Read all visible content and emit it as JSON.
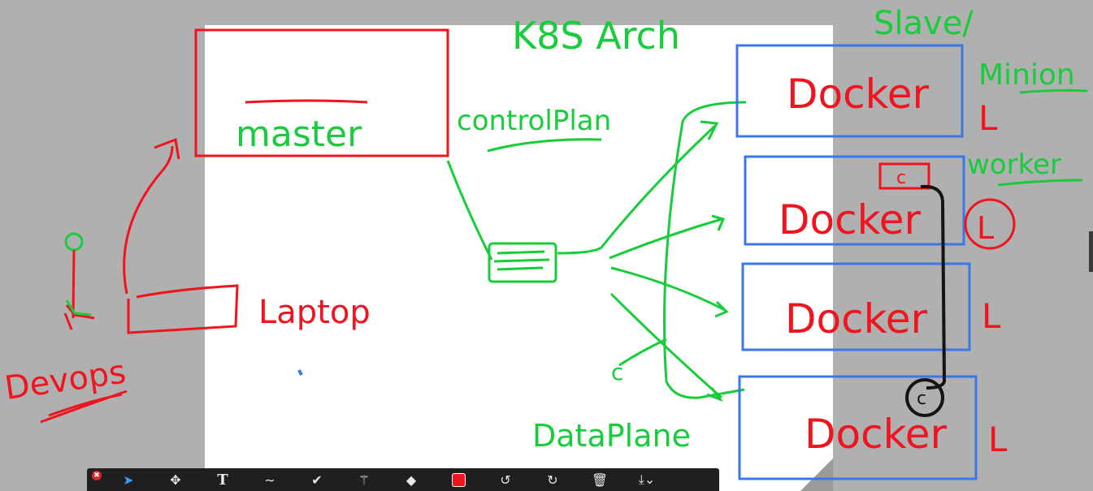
{
  "canvas": {
    "background": "#b0b0b0",
    "whiteboard": "#ffffff"
  },
  "ink": {
    "red": "#f0141e",
    "green": "#18cc3c",
    "blue": "#3a78e8",
    "black": "#141414"
  },
  "annotations": {
    "title": "K8S Arch",
    "master": "master",
    "control_plane": "controlPlan",
    "laptop": "Laptop",
    "devops": "Devops",
    "data_plane": "DataPlane",
    "slave": "Slave/",
    "minion": "Minion",
    "worker": "worker",
    "nodes": [
      "Docker",
      "Docker",
      "Docker",
      "Docker"
    ],
    "node_marks": [
      "L",
      "L",
      "L",
      "L"
    ],
    "container_mark_top": "c",
    "container_mark_bottom": "c",
    "stray_c": "c"
  },
  "toolbar": {
    "tools": [
      {
        "icon": "cursor-icon",
        "glyph": "➤"
      },
      {
        "icon": "move-icon",
        "glyph": "✥"
      },
      {
        "icon": "text-icon",
        "glyph": "T"
      },
      {
        "icon": "freehand-icon",
        "glyph": "∼"
      },
      {
        "icon": "checkmark-icon",
        "glyph": "✔"
      },
      {
        "icon": "magic-wand-icon",
        "glyph": "⚚"
      },
      {
        "icon": "eraser-icon",
        "glyph": "◆"
      },
      {
        "icon": "color-picker-icon",
        "glyph": ""
      },
      {
        "icon": "undo-icon",
        "glyph": "↺"
      },
      {
        "icon": "redo-icon",
        "glyph": "↻"
      },
      {
        "icon": "trash-icon",
        "glyph": "🗑"
      },
      {
        "icon": "save-icon",
        "glyph": "⤓⌄"
      }
    ],
    "selected_color": "#f0141e",
    "close_glyph": "✖"
  }
}
